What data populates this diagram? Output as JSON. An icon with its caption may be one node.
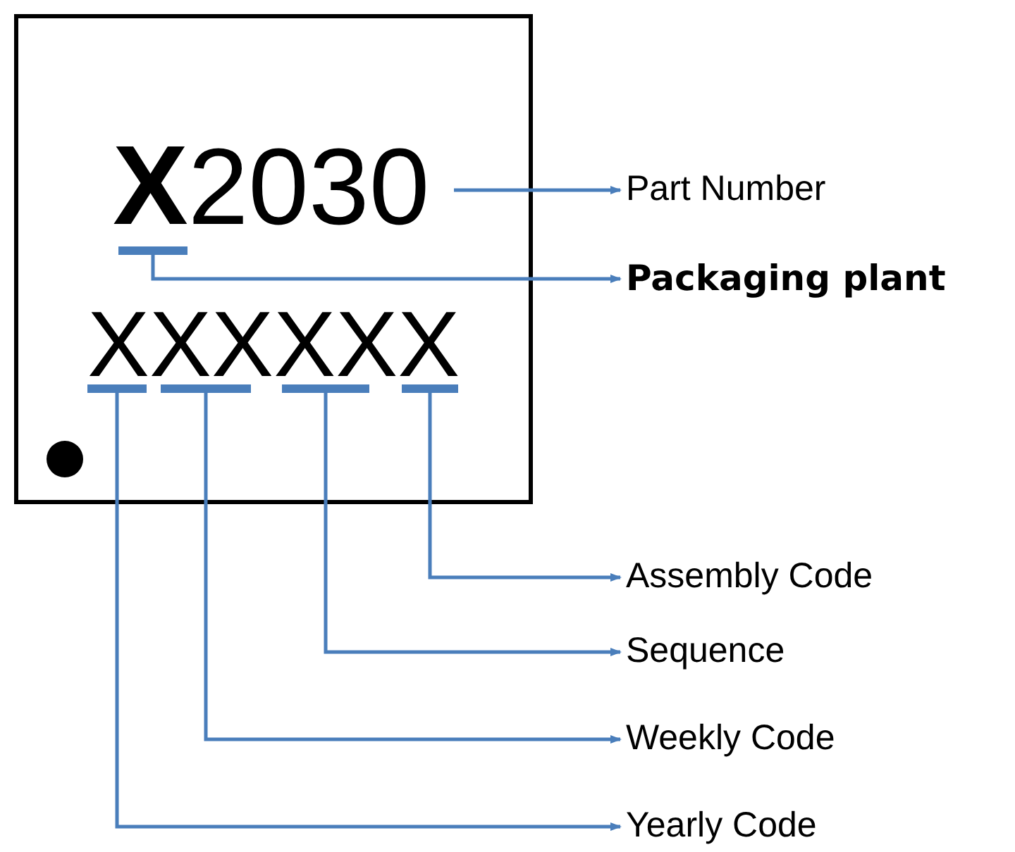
{
  "diagram": {
    "nodes": [
      {
        "text": [],
        "shape": "box"
      },
      {
        "text": [
          "**X**2030"
        ],
        "in": 0
      },
      {
        "text": [],
        "shape": "bar",
        "in": 0
      },
      {
        "text": [],
        "shape": "bar",
        "in": 0
      },
      {
        "text": [],
        "shape": "bar",
        "in": 0
      },
      {
        "text": [],
        "shape": "bar",
        "in": 0
      },
      {
        "text": [],
        "shape": "bar",
        "in": 0
      },
      {
        "text": [
          "Part Number"
        ]
      },
      {
        "text": [
          "Packaging plant"
        ]
      },
      {
        "text": [
          "Assembly Code"
        ]
      },
      {
        "text": [
          "Sequence"
        ]
      },
      {
        "text": [
          "Weekly Code"
        ]
      },
      {
        "text": [
          "Yearly Code"
        ]
      }
    ],
    "edges": [
      {
        "from": 1,
        "to": 7,
        "arrow": "to"
      },
      {
        "from": 2,
        "to": 8,
        "arrow": "to"
      },
      {
        "from": 6,
        "to": 9,
        "arrow": "to"
      },
      {
        "from": 5,
        "to": 10,
        "arrow": "to"
      },
      {
        "from": 4,
        "to": 11,
        "arrow": "to"
      },
      {
        "from": 3,
        "to": 12,
        "arrow": "to"
      }
    ],
    "labels": [
      "XXXXXX"
    ]
  }
}
